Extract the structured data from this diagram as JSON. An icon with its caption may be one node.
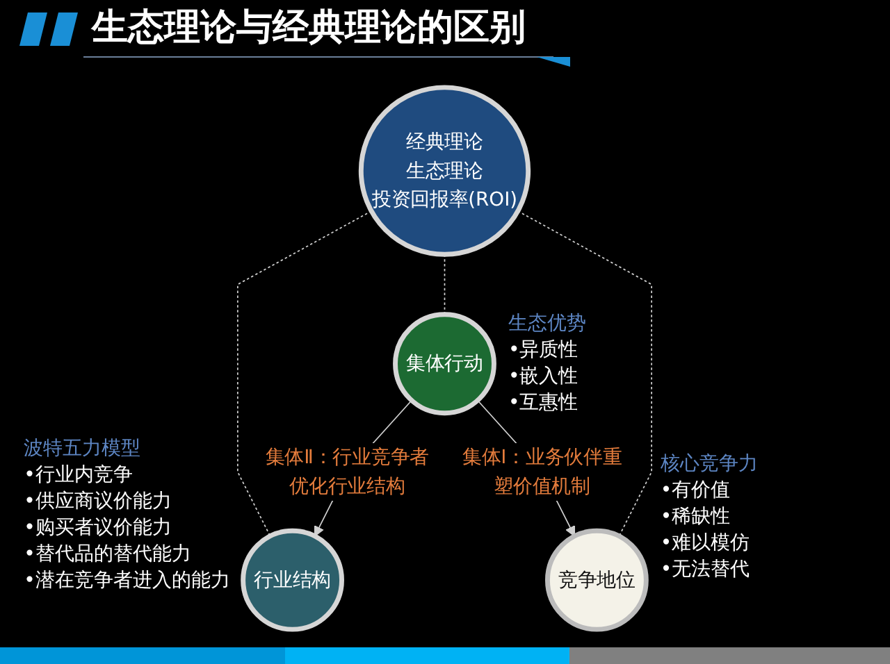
{
  "diagram": {
    "title": "生态理论与经典理论的区别",
    "nodes": [
      {
        "text": [
          "经典理论",
          "生态理论",
          "投资回报率(ROI)"
        ]
      },
      {
        "text": [
          "行业结构"
        ],
        "beside": [
          "波特五力模型",
          "•行业内竞争",
          "•供应商议价能力",
          "•购买者议价能力",
          "•替代品的替代能力",
          "•潜在竞争者进入的能力"
        ]
      },
      {
        "text": [
          "集体行动"
        ],
        "beside": [
          "生态优势",
          "•异质性",
          "•嵌入性",
          "•互惠性"
        ]
      },
      {
        "text": [
          "竞争地位"
        ],
        "beside": [
          "核心竞争力",
          "•有价值",
          "•稀缺性",
          "•难以模仿",
          "•无法替代"
        ]
      }
    ],
    "edges": [
      {
        "from": 0,
        "to": 1,
        "arrow": "none",
        "style": "dashed"
      },
      {
        "from": 0,
        "to": 2,
        "arrow": "none",
        "style": "dashed"
      },
      {
        "from": 0,
        "to": 3,
        "arrow": "none",
        "style": "dashed"
      },
      {
        "from": 2,
        "to": 1,
        "arrow": "to",
        "label": "集体Ⅱ：行业竞争者优化行业结构"
      },
      {
        "from": 2,
        "to": 3,
        "arrow": "to",
        "label": "集体Ⅰ：业务伙伴重塑价值机制"
      }
    ]
  }
}
